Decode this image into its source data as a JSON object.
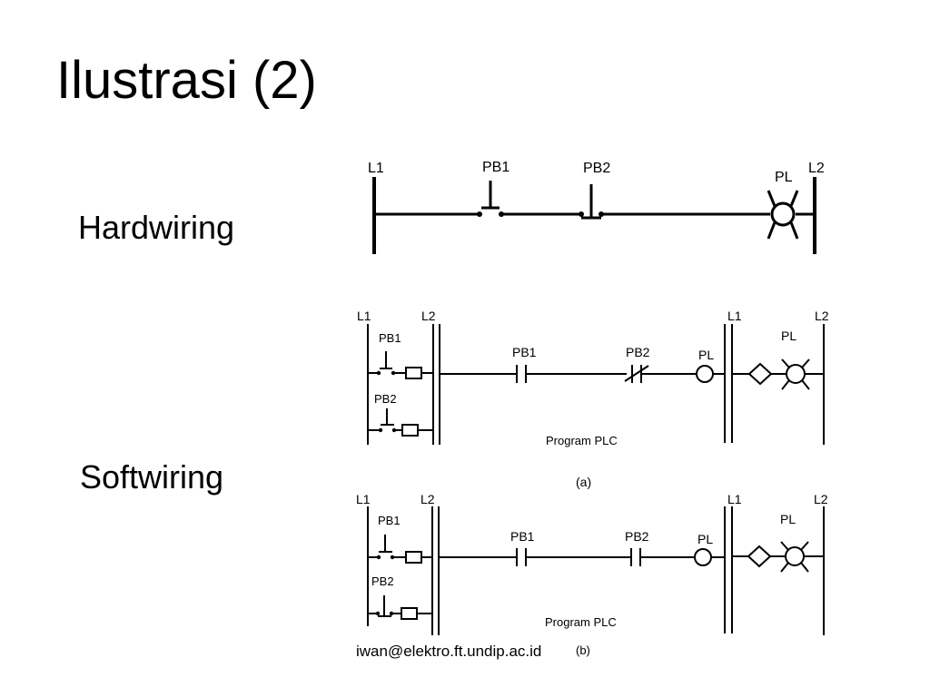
{
  "slide": {
    "title": "Ilustrasi (2)",
    "hardwiring_label": "Hardwiring",
    "softwiring_label": "Softwiring",
    "footer": "iwan@elektro.ft.undip.ac.id"
  },
  "hardwiring": {
    "l1": "L1",
    "l2": "L2",
    "pb1": "PB1",
    "pb2": "PB2",
    "pl": "PL"
  },
  "softwiring_a": {
    "in_l1": "L1",
    "in_l2": "L2",
    "in_pb1": "PB1",
    "in_pb2": "PB2",
    "rung_pb1": "PB1",
    "rung_pb2": "PB2",
    "rung_pl": "PL",
    "out_l1": "L1",
    "out_l2": "L2",
    "out_pl": "PL",
    "program": "Program PLC",
    "caption": "(a)"
  },
  "softwiring_b": {
    "in_l1": "L1",
    "in_l2": "L2",
    "in_pb1": "PB1",
    "in_pb2": "PB2",
    "rung_pb1": "PB1",
    "rung_pb2": "PB2",
    "rung_pl": "PL",
    "out_l1": "L1",
    "out_l2": "L2",
    "out_pl": "PL",
    "program": "Program PLC",
    "caption": "(b)"
  }
}
